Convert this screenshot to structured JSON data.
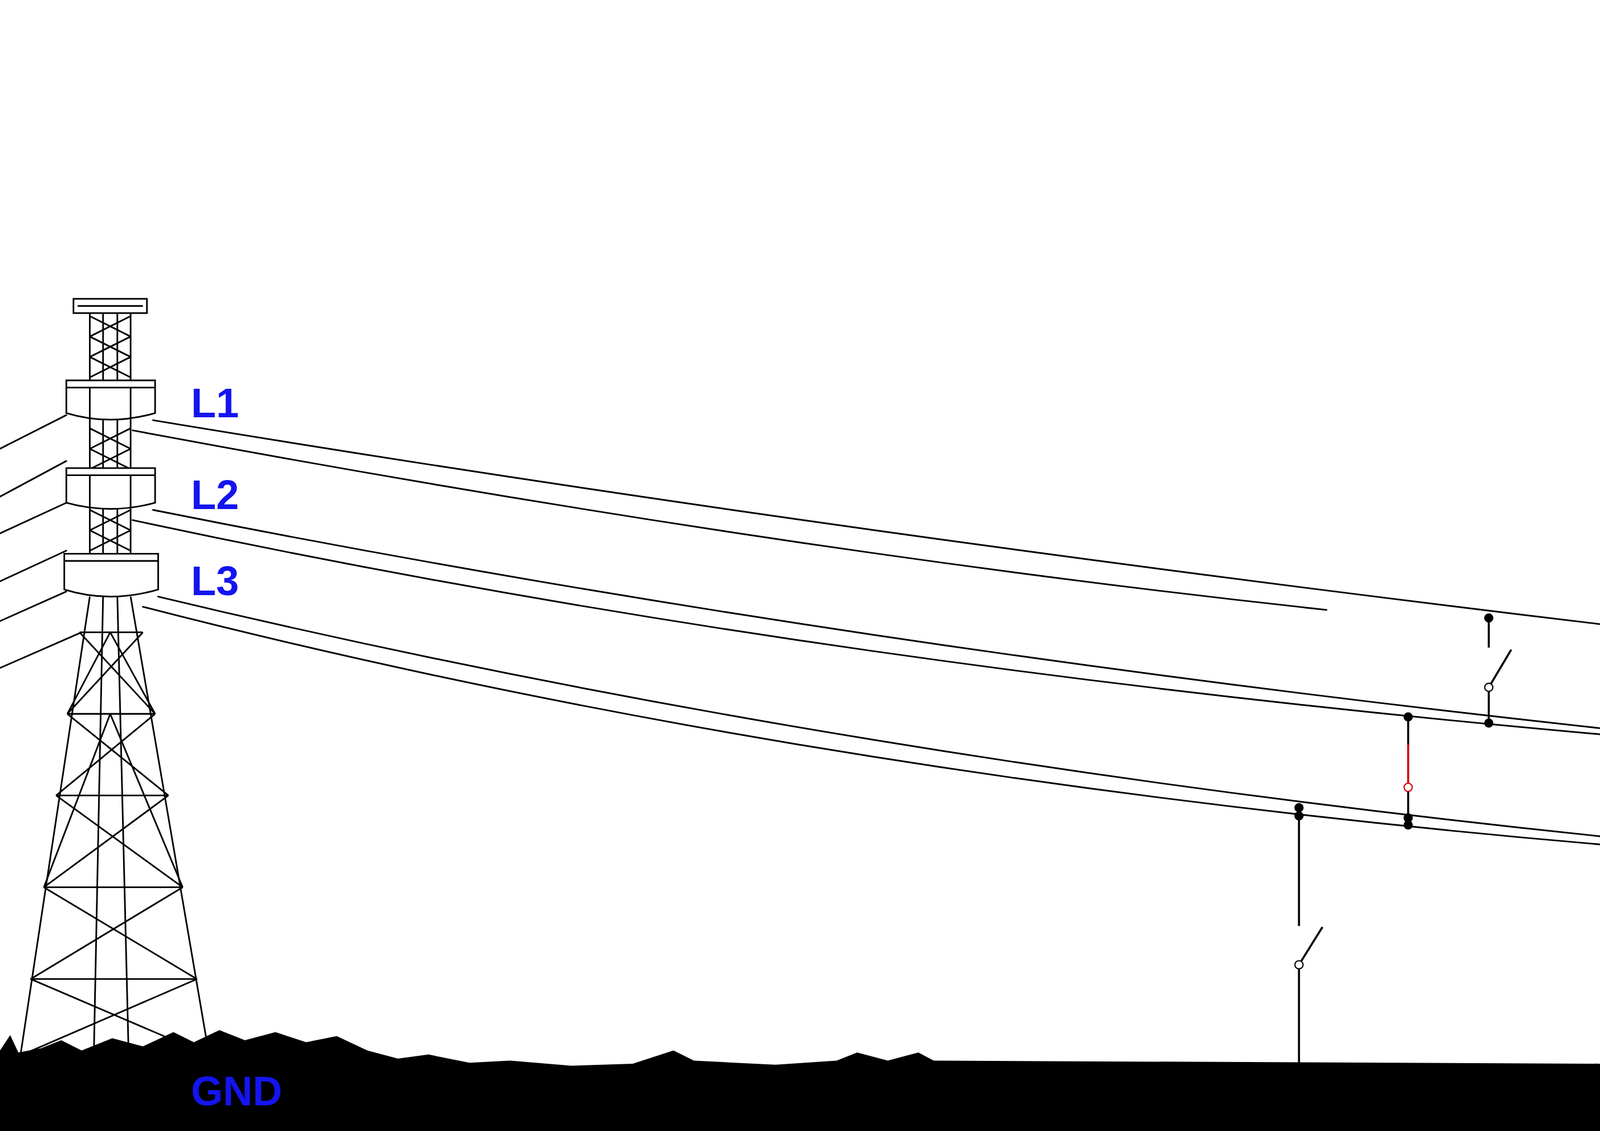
{
  "diagram": {
    "labels": [
      "L1",
      "L2",
      "L3",
      "GND"
    ]
  }
}
